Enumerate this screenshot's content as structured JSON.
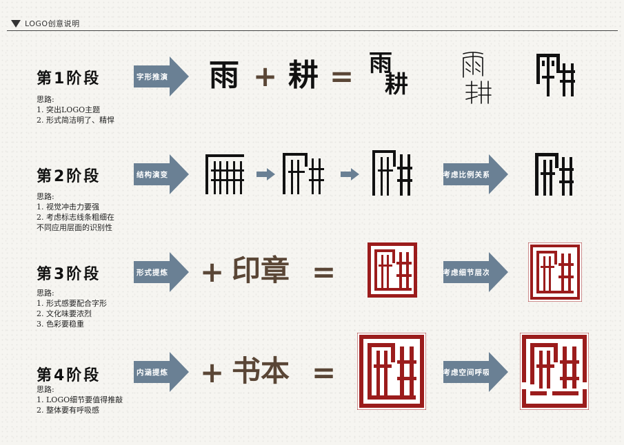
{
  "header": {
    "title": "LOGO创意说明"
  },
  "stages": [
    {
      "title": "第1阶段",
      "notes": [
        "思路:",
        "1. 突出LOGO主题",
        "2. 形式简洁明了、精悍"
      ],
      "arrow": "字形推演",
      "chars": [
        "雨",
        "耕"
      ],
      "ops": [
        "+",
        "="
      ],
      "combo": [
        "雨",
        "耕"
      ]
    },
    {
      "title": "第2阶段",
      "notes": [
        "思路:",
        "1. 视觉冲击力要强",
        "2. 考虑标志线条粗细在",
        "不同应用层面的识别性"
      ],
      "arrow": "结构演变",
      "arrow2": "考虑比例关系"
    },
    {
      "title": "第3阶段",
      "notes": [
        "思路:",
        "1. 形式感要配合字形",
        "2. 文化味要浓烈",
        "3. 色彩要稳重"
      ],
      "arrow": "形式提炼",
      "add_text": "印章",
      "ops": [
        "+",
        "="
      ],
      "arrow2": "考虑细节层次"
    },
    {
      "title": "第4阶段",
      "notes": [
        "思路:",
        "1. LOGO细节要值得推敲",
        "2. 整体要有呼吸感"
      ],
      "arrow": "内涵提炼",
      "add_text": "书本",
      "ops": [
        "+",
        "="
      ],
      "arrow2": "考虑空间呼吸"
    }
  ],
  "colors": {
    "arrow": "#6a8094",
    "seal_red": "#9b1c1c",
    "brown": "#5a4636",
    "text": "#111111"
  }
}
